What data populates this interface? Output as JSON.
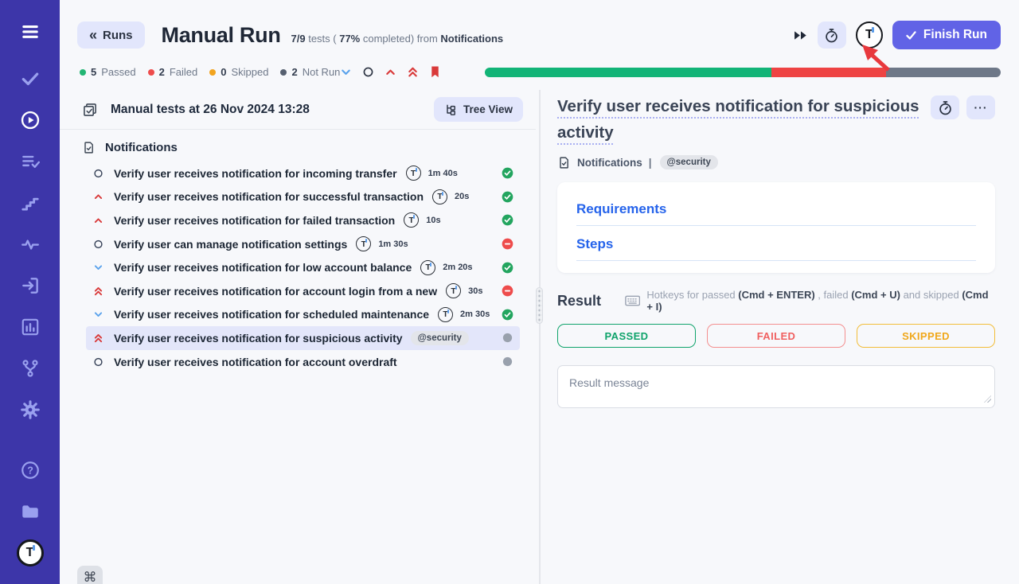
{
  "header": {
    "back_chevron": "«",
    "back_label": "Runs",
    "title": "Manual Run",
    "subtitle_parts": [
      {
        "text": "7/9",
        "strong": true
      },
      {
        "text": " tests ( ",
        "strong": false
      },
      {
        "text": "77%",
        "strong": true
      },
      {
        "text": " completed) from ",
        "strong": false
      },
      {
        "text": "Notifications",
        "strong": true
      }
    ],
    "finish_label": "Finish Run",
    "logo_text": "T",
    "accent_color": "#6163e6"
  },
  "status_bar": {
    "counters": [
      {
        "count": "5",
        "label": "Passed",
        "color": "#22b573"
      },
      {
        "count": "2",
        "label": "Failed",
        "color": "#ee4c4c"
      },
      {
        "count": "0",
        "label": "Skipped",
        "color": "#f2a41f"
      },
      {
        "count": "2",
        "label": "Not Run",
        "color": "#566070"
      }
    ],
    "filter_icons": [
      {
        "icon": "chev-down",
        "name": "priority-low-icon"
      },
      {
        "icon": "circle-o",
        "name": "priority-normal-icon"
      },
      {
        "icon": "chev-up",
        "name": "priority-high-icon"
      },
      {
        "icon": "chev-dup",
        "name": "priority-critical-icon"
      },
      {
        "icon": "bookmark",
        "name": "bookmark-icon"
      }
    ],
    "progress_segments": [
      {
        "pct": 55.6,
        "color": "#12b477",
        "label": "passed"
      },
      {
        "pct": 22.2,
        "color": "#ee4343",
        "label": "failed"
      },
      {
        "pct": 22.2,
        "color": "#6e7888",
        "label": "not-run"
      }
    ]
  },
  "sidebar": {
    "items": [
      {
        "icon": "menu",
        "name": "menu-icon"
      },
      {
        "icon": "check",
        "name": "tests-icon"
      },
      {
        "icon": "play",
        "name": "runs-icon",
        "active": true
      },
      {
        "icon": "list-check",
        "name": "plans-icon"
      },
      {
        "icon": "stairs",
        "name": "milestones-icon"
      },
      {
        "icon": "pulse",
        "name": "pulse-icon"
      },
      {
        "icon": "login",
        "name": "import-icon"
      },
      {
        "icon": "chart",
        "name": "analytics-icon"
      },
      {
        "icon": "branch",
        "name": "branch-icon"
      },
      {
        "icon": "gear",
        "name": "settings-icon"
      },
      {
        "icon": "help",
        "name": "help-icon",
        "gap": true
      },
      {
        "icon": "folder",
        "name": "projects-icon"
      }
    ],
    "logo_text": "T"
  },
  "run_panel": {
    "run_title": "Manual tests at 26 Nov 2024 13:28",
    "tree_view_label": "Tree View",
    "suite_label": "Notifications",
    "test_logo_text": "T",
    "cmd_glyph": "⌘",
    "tests": [
      {
        "priority": "circle",
        "title": "Verify user receives notification for incoming transfer",
        "logo": true,
        "time": "1m 40s",
        "status": "passed",
        "selected": false
      },
      {
        "priority": "up",
        "title": "Verify user receives notification for successful transaction",
        "logo": true,
        "time": "20s",
        "status": "passed",
        "selected": false
      },
      {
        "priority": "up",
        "title": "Verify user receives notification for failed transaction",
        "logo": true,
        "time": "10s",
        "status": "passed",
        "selected": false
      },
      {
        "priority": "circle",
        "title": "Verify user can manage notification settings",
        "logo": true,
        "time": "1m 30s",
        "status": "failed",
        "selected": false
      },
      {
        "priority": "down",
        "title": "Verify user receives notification for low account balance",
        "logo": true,
        "time": "2m 20s",
        "status": "passed",
        "selected": false
      },
      {
        "priority": "dup",
        "title": "Verify user receives notification for account login from a new",
        "logo": true,
        "time": "30s",
        "status": "failed",
        "selected": false
      },
      {
        "priority": "down",
        "title": "Verify user receives notification for scheduled maintenance",
        "logo": true,
        "time": "2m 30s",
        "status": "passed",
        "selected": false
      },
      {
        "priority": "dup",
        "title": "Verify user receives notification for suspicious activity",
        "tag": "@security",
        "logo": false,
        "time": null,
        "status": "notrun",
        "selected": true
      },
      {
        "priority": "circle",
        "title": "Verify user receives notification for account overdraft",
        "logo": false,
        "time": null,
        "status": "notrun",
        "selected": false
      }
    ]
  },
  "detail_panel": {
    "title": "Verify user receives notification for suspicious activity",
    "more_glyph": "···",
    "breadcrumb": {
      "suite": "Notifications",
      "separator": "|",
      "tag": "@security"
    },
    "sections": [
      "Requirements",
      "Steps"
    ],
    "result": {
      "heading": "Result",
      "hotkey_parts": [
        {
          "text": "Hotkeys for passed ",
          "strong": false
        },
        {
          "text": "(Cmd + ENTER)",
          "strong": true
        },
        {
          "text": " , failed ",
          "strong": false
        },
        {
          "text": "(Cmd + U)",
          "strong": true
        },
        {
          "text": " and skipped ",
          "strong": false
        },
        {
          "text": "(Cmd + I)",
          "strong": true
        }
      ],
      "buttons": [
        {
          "kind": "passed",
          "label": "PASSED",
          "color": "#0fa36b"
        },
        {
          "kind": "failed",
          "label": "FAILED",
          "color": "#f06060"
        },
        {
          "kind": "skipped",
          "label": "SKIPPED",
          "color": "#f0a81c"
        }
      ],
      "textarea_placeholder": "Result message"
    }
  }
}
